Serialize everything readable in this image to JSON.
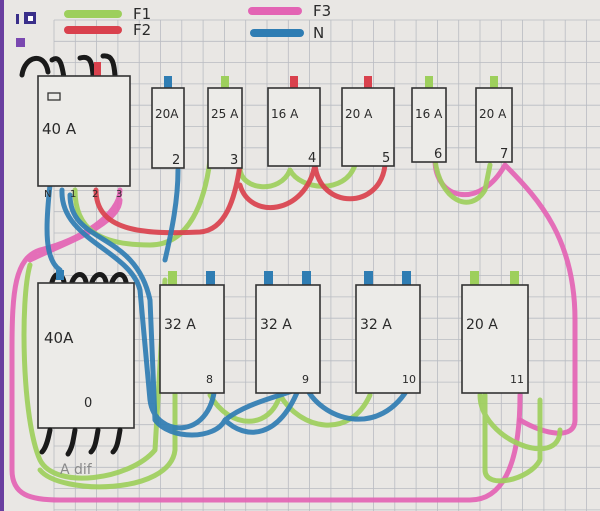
{
  "legend": [
    {
      "label": "F1",
      "color": "#9dcf5c"
    },
    {
      "label": "F2",
      "color": "#d9414d"
    },
    {
      "label": "F3",
      "color": "#e364b4"
    },
    {
      "label": "N",
      "color": "#2f7db3"
    }
  ],
  "main_breaker": {
    "rating": "40 A",
    "terminals": [
      "N",
      "1",
      "2",
      "3"
    ]
  },
  "top_breakers": [
    {
      "rating": "20A",
      "number": "2"
    },
    {
      "rating": "25 A",
      "number": "3"
    },
    {
      "rating": "16 A",
      "number": "4"
    },
    {
      "rating": "20 A",
      "number": "5"
    },
    {
      "rating": "16 A",
      "number": "6"
    },
    {
      "rating": "20 A",
      "number": "7"
    }
  ],
  "rcd": {
    "rating": "40A",
    "indicator": "0",
    "caption": "A dif"
  },
  "bottom_breakers": [
    {
      "rating": "32 A",
      "number": "8"
    },
    {
      "rating": "32 A",
      "number": "9"
    },
    {
      "rating": "32 A",
      "number": "10"
    },
    {
      "rating": "20 A",
      "number": "11"
    }
  ],
  "colors": {
    "paper": "#e9e7e4",
    "grid": "#b9bcc2",
    "margin": "#6a3fa0"
  }
}
